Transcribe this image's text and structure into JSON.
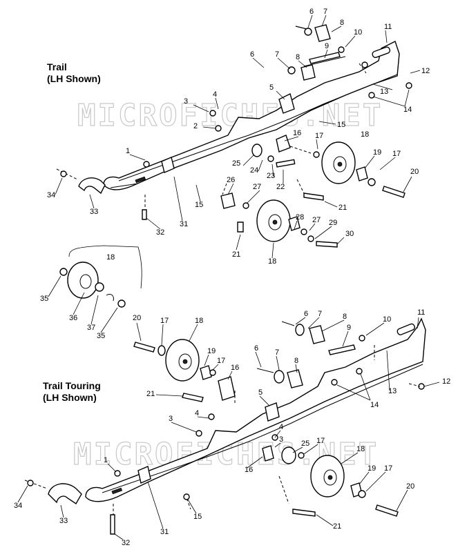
{
  "sections": [
    {
      "title_line1": "Trail",
      "title_line2": "(LH Shown)"
    },
    {
      "title_line1": "Trail Touring",
      "title_line2": "(LH Shown)"
    }
  ],
  "watermark": "MICROFICHES.NET",
  "callouts_top": [
    {
      "label": "6"
    },
    {
      "label": "7"
    },
    {
      "label": "8"
    },
    {
      "label": "10"
    },
    {
      "label": "11"
    },
    {
      "label": "9"
    },
    {
      "label": "6"
    },
    {
      "label": "7"
    },
    {
      "label": "8"
    },
    {
      "label": "12"
    },
    {
      "label": "13"
    },
    {
      "label": "14"
    },
    {
      "label": "5"
    },
    {
      "label": "4"
    },
    {
      "label": "3"
    },
    {
      "label": "2"
    },
    {
      "label": "15"
    },
    {
      "label": "16"
    },
    {
      "label": "17"
    },
    {
      "label": "18"
    },
    {
      "label": "1"
    },
    {
      "label": "25"
    },
    {
      "label": "24"
    },
    {
      "label": "23"
    },
    {
      "label": "22"
    },
    {
      "label": "19"
    },
    {
      "label": "17"
    },
    {
      "label": "20"
    },
    {
      "label": "34"
    },
    {
      "label": "33"
    },
    {
      "label": "15"
    },
    {
      "label": "26"
    },
    {
      "label": "27"
    },
    {
      "label": "21"
    },
    {
      "label": "32"
    },
    {
      "label": "31"
    },
    {
      "label": "28"
    },
    {
      "label": "27"
    },
    {
      "label": "29"
    },
    {
      "label": "30"
    },
    {
      "label": "21"
    },
    {
      "label": "18"
    }
  ],
  "callouts_mid": [
    {
      "label": "18"
    },
    {
      "label": "35"
    },
    {
      "label": "36"
    },
    {
      "label": "37"
    },
    {
      "label": "35"
    }
  ],
  "callouts_bottom": [
    {
      "label": "6"
    },
    {
      "label": "7"
    },
    {
      "label": "8"
    },
    {
      "label": "9"
    },
    {
      "label": "10"
    },
    {
      "label": "11"
    },
    {
      "label": "20"
    },
    {
      "label": "17"
    },
    {
      "label": "18"
    },
    {
      "label": "19"
    },
    {
      "label": "17"
    },
    {
      "label": "16"
    },
    {
      "label": "6"
    },
    {
      "label": "7"
    },
    {
      "label": "8"
    },
    {
      "label": "12"
    },
    {
      "label": "13"
    },
    {
      "label": "14"
    },
    {
      "label": "21"
    },
    {
      "label": "5"
    },
    {
      "label": "3"
    },
    {
      "label": "4"
    },
    {
      "label": "4"
    },
    {
      "label": "3"
    },
    {
      "label": "25"
    },
    {
      "label": "17"
    },
    {
      "label": "18"
    },
    {
      "label": "1"
    },
    {
      "label": "16"
    },
    {
      "label": "19"
    },
    {
      "label": "17"
    },
    {
      "label": "20"
    },
    {
      "label": "34"
    },
    {
      "label": "33"
    },
    {
      "label": "31"
    },
    {
      "label": "15"
    },
    {
      "label": "21"
    },
    {
      "label": "32"
    }
  ]
}
